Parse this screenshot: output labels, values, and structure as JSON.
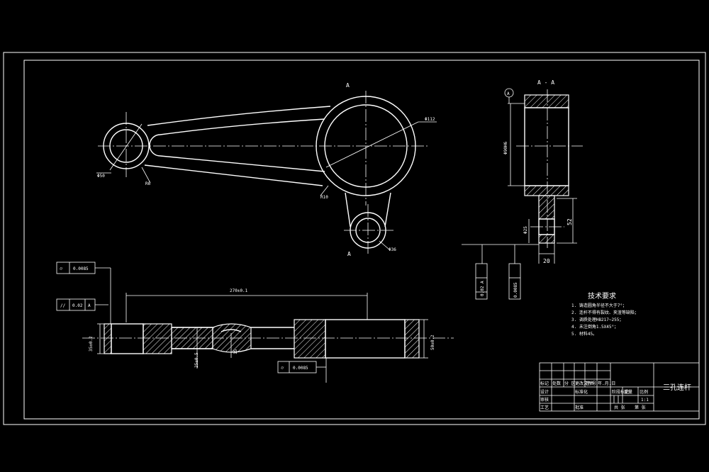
{
  "section_marks": {
    "top": "A",
    "bottom": "A",
    "section_title": "A - A",
    "datum": "A"
  },
  "dims_front": {
    "d50": "Φ50",
    "r6": "R6",
    "d112": "Φ112",
    "r10": "R10",
    "d36": "Φ36"
  },
  "dims_section": {
    "d90": "Φ90H6",
    "d25": "Φ25",
    "h52": "52",
    "w20": "20",
    "tol_box1": "0.02  A",
    "tol_box2": "0.0085"
  },
  "dims_bottom": {
    "span": "270±0.1",
    "left_h": "35±0.2",
    "mid_h": "25±0.5",
    "mid_small": "15",
    "right_h": "50±0.2",
    "tol_flat": "0.0085",
    "tol_par": "0.02",
    "tol_datum": "A",
    "tol_bottom": "0.0085"
  },
  "tech_notes": {
    "title": "技术要求",
    "items": [
      "1. 铸造圆角半径不大于7°；",
      "2. 连杆不得有裂纹、夹渣等缺陷；",
      "3. 调质处理HB217~255；",
      "4. 未注倒角1.5X45°；",
      "5. 材料45。"
    ]
  },
  "title_block": {
    "part_name": "三孔连杆",
    "r1": [
      "标记",
      "处数",
      "分 区",
      "更改文件号",
      "签名",
      "年.月.日"
    ],
    "r2": [
      "设计",
      "",
      "标准化",
      "",
      "阶段标记",
      "重量",
      "比例"
    ],
    "r3": [
      "审核",
      ""
    ],
    "r4": [
      "工艺",
      "",
      "批准",
      "",
      "共 张",
      "第 张"
    ],
    "scale": "1:1"
  }
}
